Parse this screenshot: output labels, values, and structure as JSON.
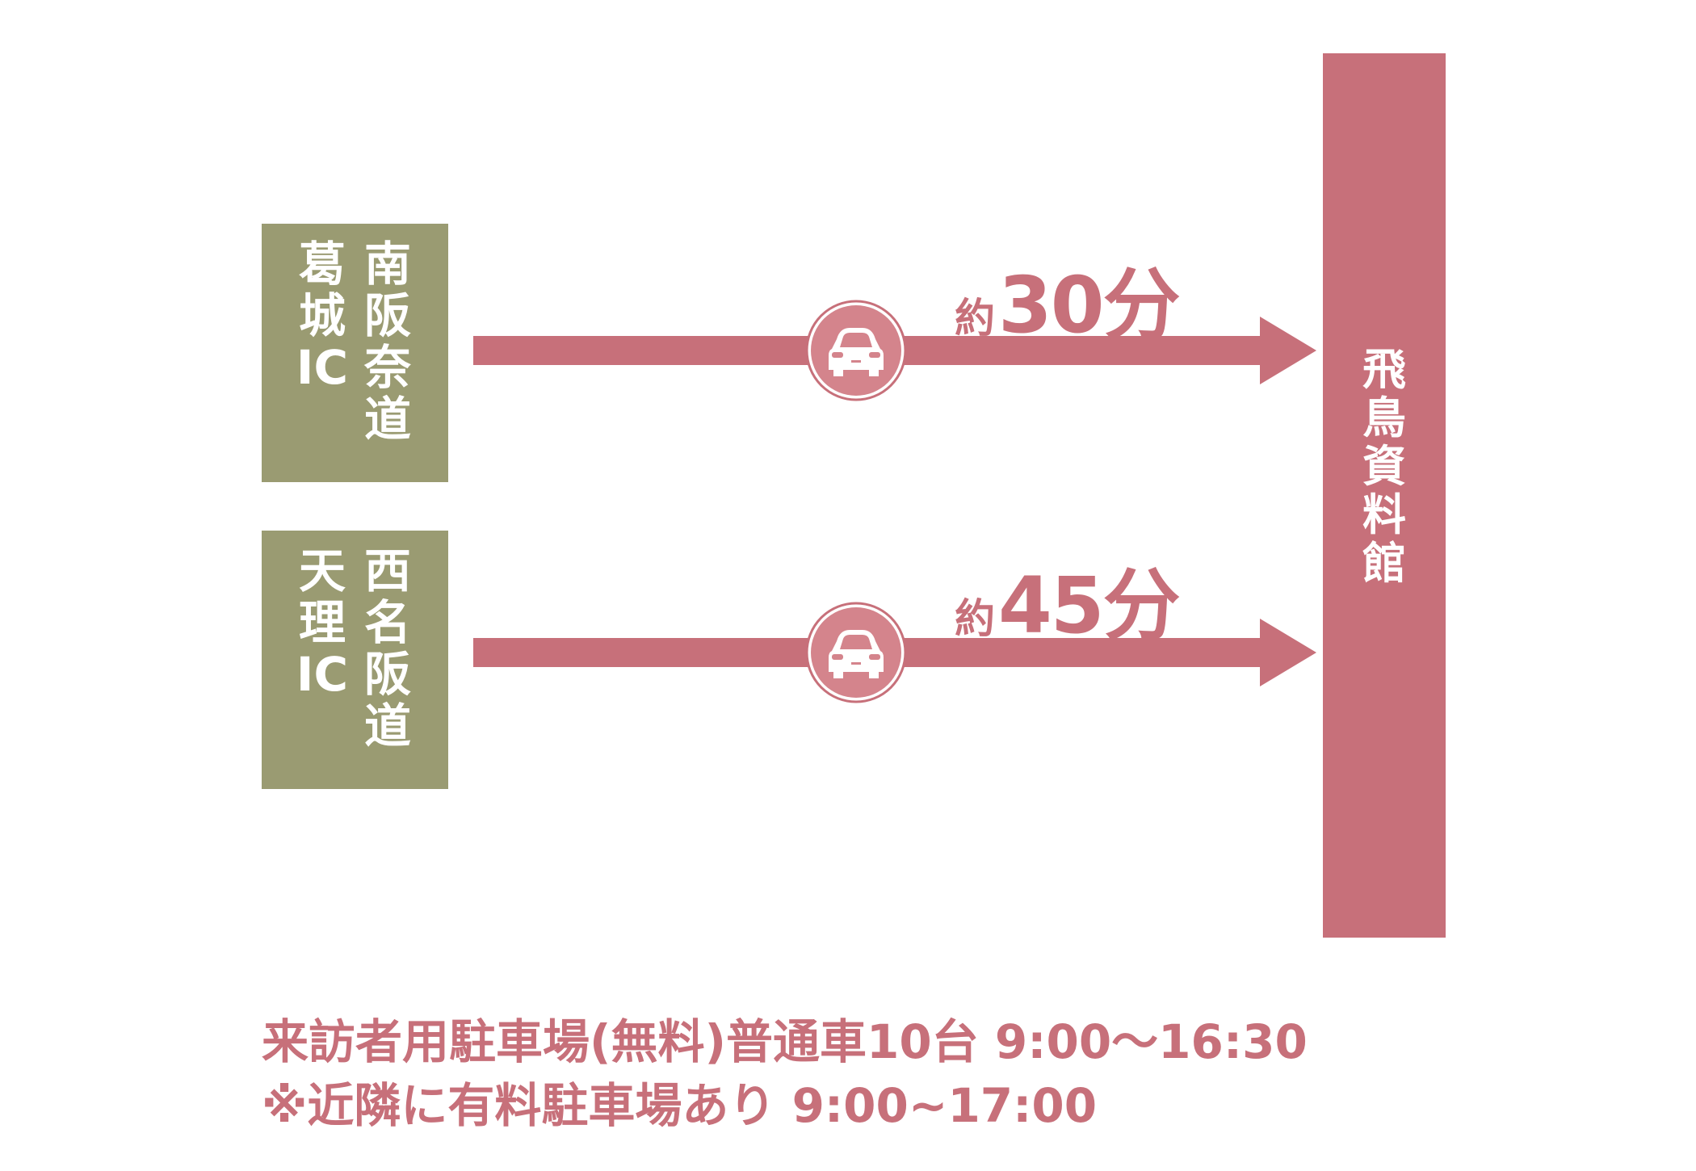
{
  "colors": {
    "accent": "#c7707a",
    "green": "#9a9b72",
    "badge_fill": "#d4848c"
  },
  "origins": [
    {
      "expressway": [
        "南",
        "阪",
        "奈",
        "道"
      ],
      "interchange": [
        "葛",
        "城",
        "IC"
      ]
    },
    {
      "expressway": [
        "西",
        "名",
        "阪",
        "道"
      ],
      "interchange": [
        "天",
        "理",
        "IC"
      ]
    }
  ],
  "routes": [
    {
      "icon": "car-icon",
      "prefix": "約",
      "amount": "30分"
    },
    {
      "icon": "car-icon",
      "prefix": "約",
      "amount": "45分"
    }
  ],
  "destination": {
    "chars": [
      "飛",
      "鳥",
      "資",
      "料",
      "館"
    ]
  },
  "notes": [
    "来訪者用駐車場(無料)普通車10台  9:00〜16:30",
    "※近隣に有料駐車場あり 9:00~17:00"
  ]
}
